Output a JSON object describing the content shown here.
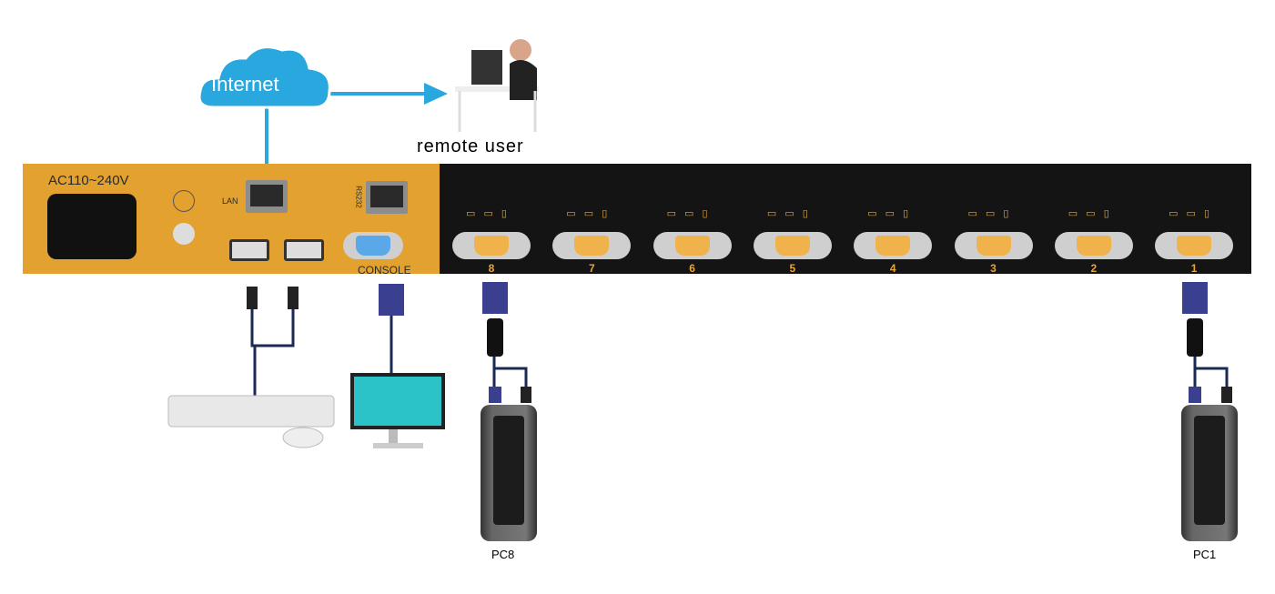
{
  "cloud": {
    "label": "Internet",
    "color": "#29a8e0"
  },
  "remote_user": {
    "label": "remote user"
  },
  "panel": {
    "power_label": "AC110~240V",
    "lan_label": "LAN",
    "rs232_label": "RS232",
    "console_label": "CONSOLE",
    "port_icons": "▭ ▭ ▯"
  },
  "ports": [
    "8",
    "7",
    "6",
    "5",
    "4",
    "3",
    "2",
    "1"
  ],
  "computers": [
    {
      "label": "PC8"
    },
    {
      "label": "PC1"
    }
  ],
  "colors": {
    "panel_orange": "#e3a12f",
    "panel_black": "#141414",
    "vga_console": "#5aa8e8",
    "vga_port": "#f0b24a",
    "cable": "#1a2a55",
    "link": "#29a8e0"
  }
}
